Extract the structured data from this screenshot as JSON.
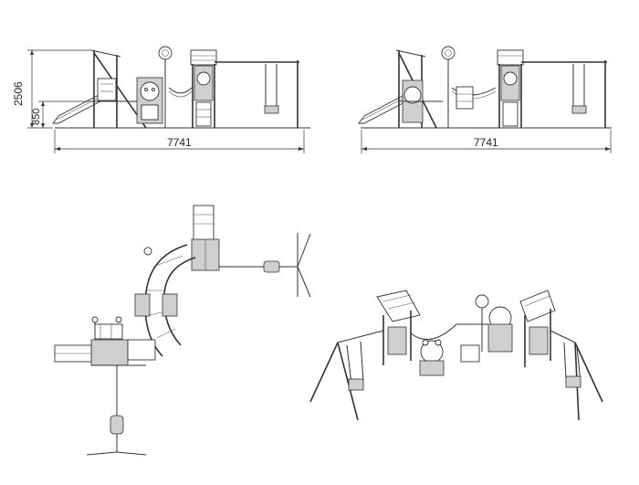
{
  "views": {
    "front_view": {
      "width_dim": "7741",
      "height_dim": "2506",
      "platform_dim": "850"
    },
    "back_view": {
      "width_dim": "7741"
    },
    "plan_view": {},
    "iso_view": {}
  },
  "colors": {
    "line": "#333333",
    "fill": "#cfcfcf",
    "background": "#ffffff"
  }
}
